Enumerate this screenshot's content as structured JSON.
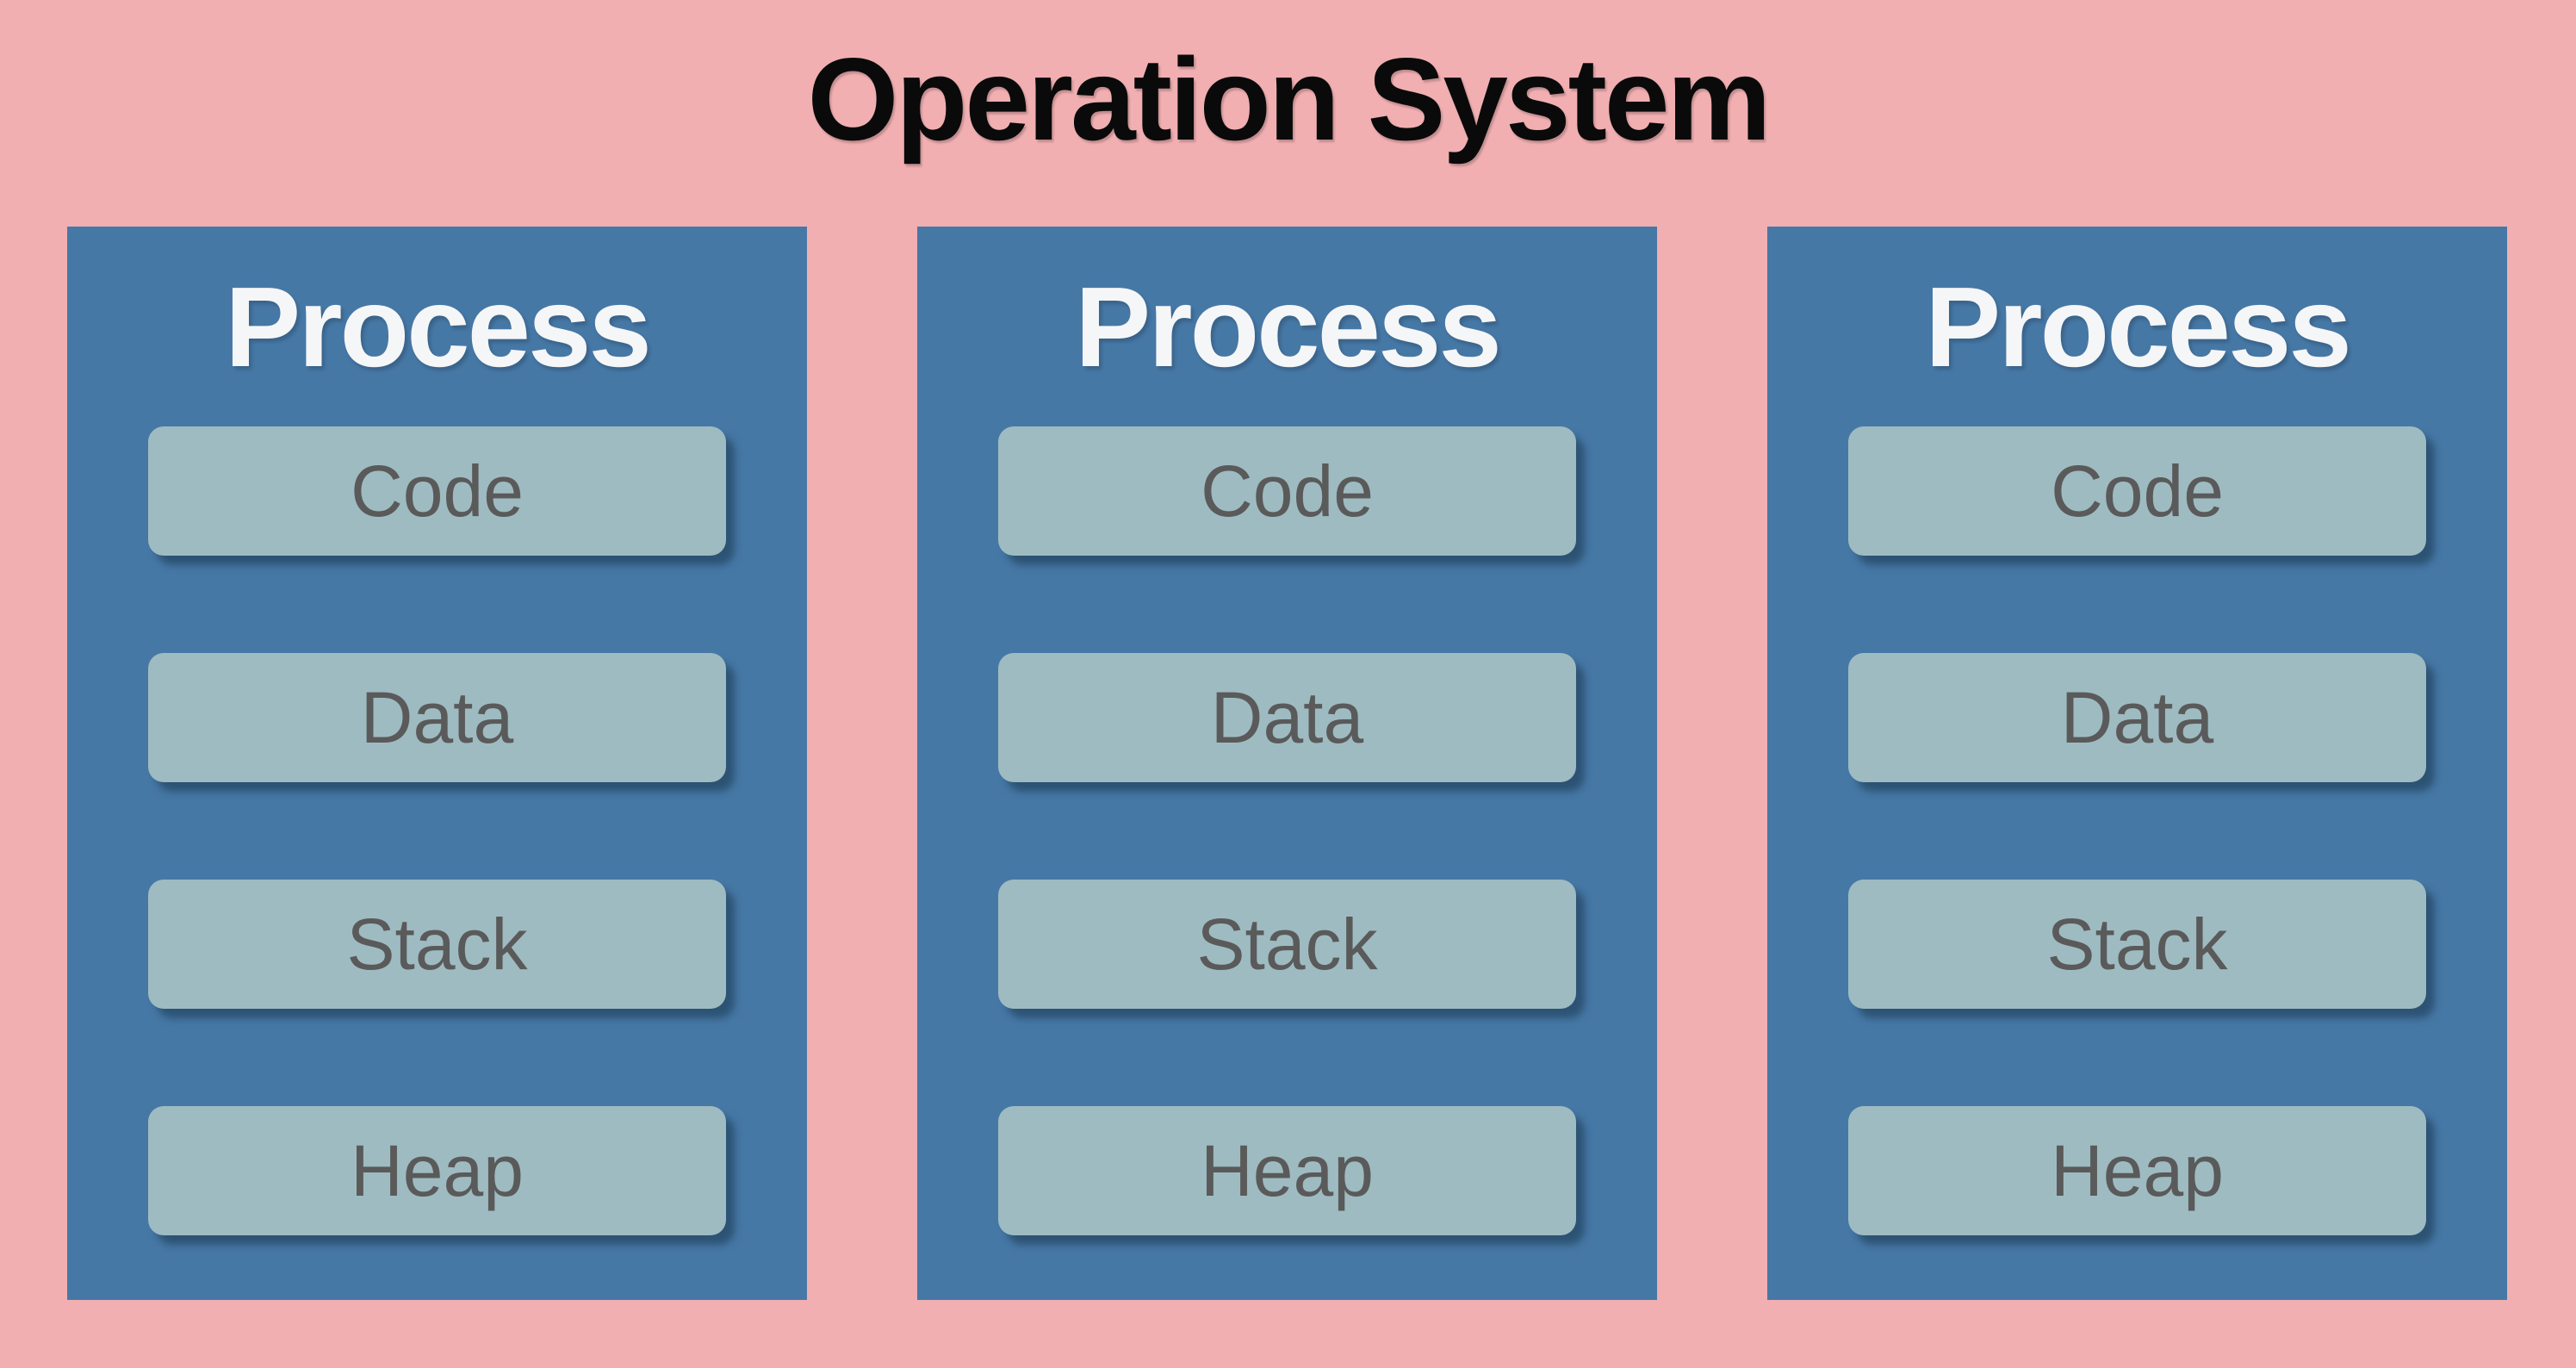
{
  "title": "Operation System",
  "colors": {
    "background": "#F1AFB2",
    "process_box": "#4678A6",
    "process_title_text": "#F5F6F7",
    "segment_box": "#9EBBC1",
    "segment_text": "#5A5A5A",
    "title_text": "#0A0A0A",
    "segment_shadow": "#18344B"
  },
  "processes": [
    {
      "title": "Process",
      "segments": [
        "Code",
        "Data",
        "Stack",
        "Heap"
      ]
    },
    {
      "title": "Process",
      "segments": [
        "Code",
        "Data",
        "Stack",
        "Heap"
      ]
    },
    {
      "title": "Process",
      "segments": [
        "Code",
        "Data",
        "Stack",
        "Heap"
      ]
    }
  ]
}
